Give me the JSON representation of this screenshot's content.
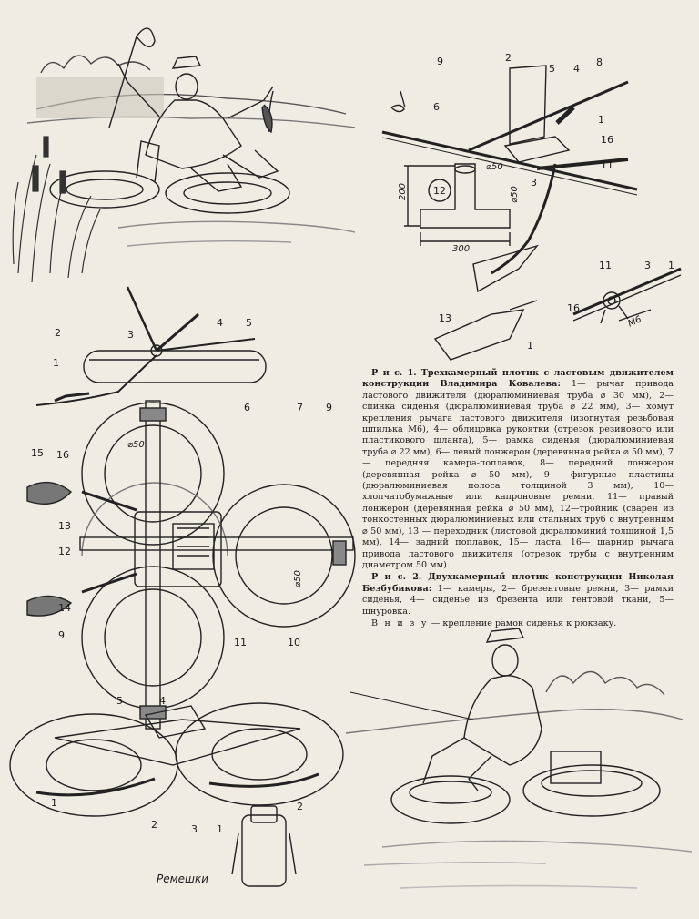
{
  "figure1": {
    "caption_lead": "Р и с. 1.",
    "caption_title": "Трехкамерный плотик с ластовым движителем конструкции Владимира Ковалева:",
    "caption_items": "1— рычаг привода ластового движителя (дюралюминиевая труба ⌀ 30 мм), 2— спинка сиденья (дюралюминиевая труба ⌀ 22 мм), 3— хомут крепления рычага ластового движителя (изогнутая резьбовая шпилька М6), 4— облицовка рукоятки (отрезок резинового или пластикового шланга), 5— рамка сиденья (дюралюминиевая труба ⌀ 22 мм), 6— левый лонжерон (деревянная рейка ⌀ 50 мм), 7— передняя камера-поплавок, 8— передний лонжерон (деревянная рейка ⌀ 50 мм), 9— фигурные пластины (дюралюминиевая полоса толщиной 3 мм), 10— хлопчатобумажные или капроновые ремни, 11— правый лонжерон (деревянная рейка ⌀ 50 мм), 12—тройник (сварен из тонкостенных дюралюминиевых или стальных труб с внутренним ⌀ 50 мм), 13 — переходник (листовой дюралюминий толщиной 1,5 мм), 14— задний поплавок, 15— ласта, 16— шарнир рычага привода ластового движителя (отрезок трубы с внутренним диаметром 50 мм)."
  },
  "figure2": {
    "caption_lead": "Р и с. 2.",
    "caption_title": "Двухкамерный плотик конструкции Николая Безбубикова:",
    "caption_items": "1— камеры, 2— брезентовые ремни, 3— рамки сиденья, 4— сиденье из брезента или тентовой ткани, 5— шнуровка.",
    "bottom_prefix": "В н и з у",
    "bottom_text": "— крепление рамок сиденья к рюкзаку."
  },
  "labels": {
    "l1": "1",
    "l2": "2",
    "l3": "3",
    "l4": "4",
    "l5": "5",
    "l6": "6",
    "l7": "7",
    "l8": "8",
    "l9": "9",
    "l10": "10",
    "l11": "11",
    "l12": "12",
    "l13": "13",
    "l14": "14",
    "l15": "15",
    "l16": "16"
  },
  "dimensions": {
    "d200": "200",
    "d300": "300",
    "d50": "⌀50",
    "m6": "М6"
  },
  "strap_label": "Ремешки"
}
